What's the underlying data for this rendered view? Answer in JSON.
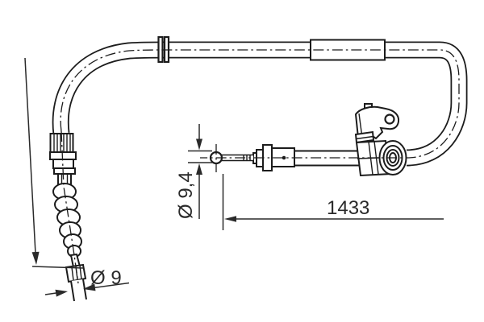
{
  "canvas": {
    "background": "#ffffff",
    "line_color": "#1c1c1c"
  },
  "labels": {
    "length": "1433",
    "inner_diameter": "Ø 9,4",
    "end_diameter": "Ø 9"
  }
}
